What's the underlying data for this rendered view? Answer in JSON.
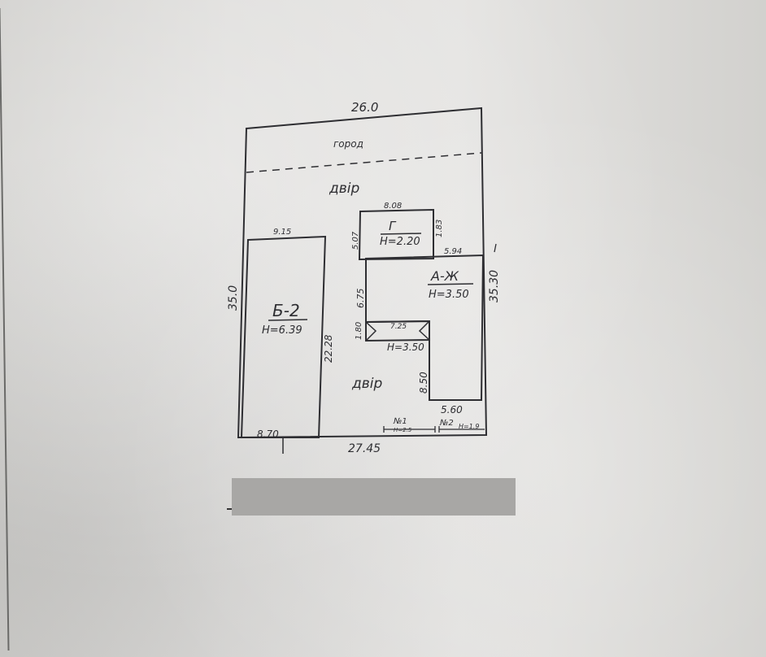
{
  "plot": {
    "top_width": "26.0",
    "bottom_width": "27.45",
    "left_depth": "35.0",
    "right_depth": "35.30",
    "garden_label": "город",
    "yard_top_label": "двір",
    "yard_bottom_label": "двір"
  },
  "building_b": {
    "name": "Б-2",
    "height": "H=6.39",
    "top_dim": "9.15",
    "side_dim": "22.28",
    "bottom_dim": "8.70"
  },
  "building_g": {
    "name": "Г",
    "height": "H=2.20",
    "top_dim": "8.08",
    "left_dim": "5.07",
    "right_dim": "1.83"
  },
  "building_a": {
    "name": "А-Ж",
    "height": "H=3.50",
    "top_dim": "5.94",
    "left_dim": "6.75",
    "bottom_dim": "5.60",
    "inner_dim": "8.50"
  },
  "annex": {
    "dim_width": "7.25",
    "dim_side": "1.80",
    "height": "H=3.50"
  },
  "fence": {
    "label_1": "№1",
    "label_1_h": "H=2.5",
    "label_2": "№2",
    "label_2_h": "H=1.9"
  },
  "colors": {
    "ink": "#2e2e32",
    "redaction": "#a8a7a5"
  }
}
